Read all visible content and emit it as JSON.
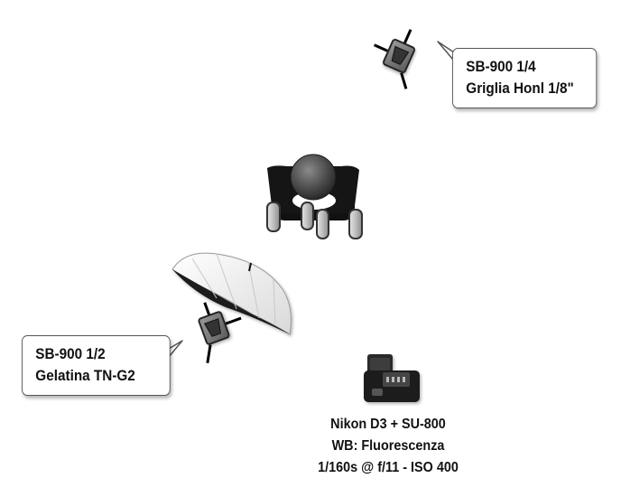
{
  "diagram": {
    "flash_top": {
      "power": "SB-900 1/4",
      "modifier": "Griglia Honl 1/8\""
    },
    "flash_left": {
      "power": "SB-900 1/2",
      "modifier": "Gelatina TN-G2"
    },
    "camera": {
      "model": "Nikon D3 + SU-800",
      "white_balance": "WB: Fluorescenza",
      "exposure": "1/160s @ f/11 - ISO 400"
    }
  }
}
